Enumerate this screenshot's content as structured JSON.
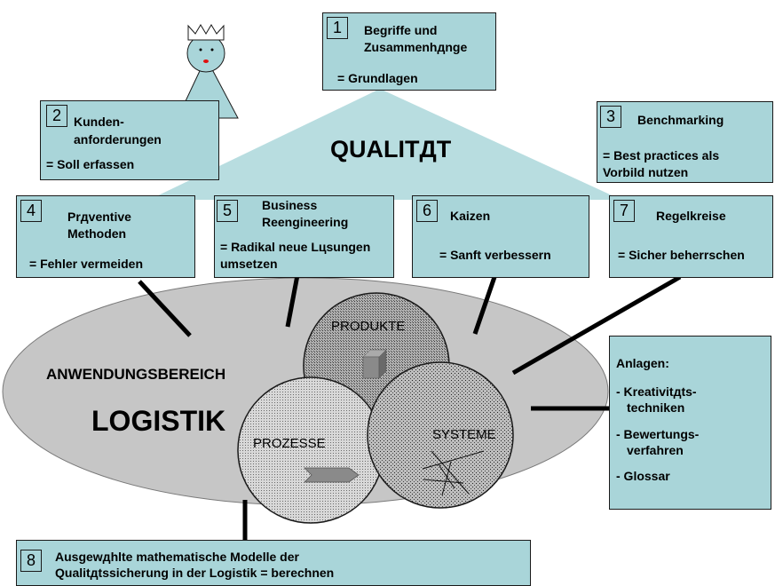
{
  "title": "QUALITДT",
  "boxes": {
    "b1": {
      "num": "1",
      "heading_1": "Begriffe und",
      "heading_2": "Zusammenhдnge",
      "note": "= Grundlagen"
    },
    "b2": {
      "num": "2",
      "heading_1": "Kunden-",
      "heading_2": "anforderungen",
      "note": "= Soll erfassen"
    },
    "b3": {
      "num": "3",
      "heading": "Benchmarking",
      "note_1": "= Best practices als",
      "note_2": "Vorbild nutzen"
    },
    "b4": {
      "num": "4",
      "heading_1": "Prдventive",
      "heading_2": "Methoden",
      "note": "= Fehler vermeiden"
    },
    "b5": {
      "num": "5",
      "heading_1": "Business",
      "heading_2": "Reengineering",
      "note_1": "= Radikal neue Lцsungen",
      "note_2": "umsetzen"
    },
    "b6": {
      "num": "6",
      "heading": "Kaizen",
      "note": "= Sanft verbessern"
    },
    "b7": {
      "num": "7",
      "heading": "Regelkreise",
      "note": "= Sicher beherrschen"
    },
    "b8": {
      "num": "8",
      "line_1": "Ausgewдhlte mathematische Modelle der",
      "line_2": "Qualitдtssicherung in der Logistik = berechnen"
    }
  },
  "ellipse": {
    "label_1": "ANWENDUNGSBEREICH",
    "label_2": "LOGISTIK"
  },
  "circles": {
    "produkte": "PRODUKTE",
    "prozesse": "PROZESSE",
    "systeme": "SYSTEME"
  },
  "anlagen": {
    "heading": "Anlagen:",
    "item_1a": "- Kreativitдts-",
    "item_1b": "techniken",
    "item_2a": "- Bewertungs-",
    "item_2b": "verfahren",
    "item_3": "- Glossar"
  },
  "colors": {
    "box_fill": "#a9d5d9",
    "ellipse_fill": "#c6c6c6",
    "triangle_fill": "#b8dde0"
  }
}
